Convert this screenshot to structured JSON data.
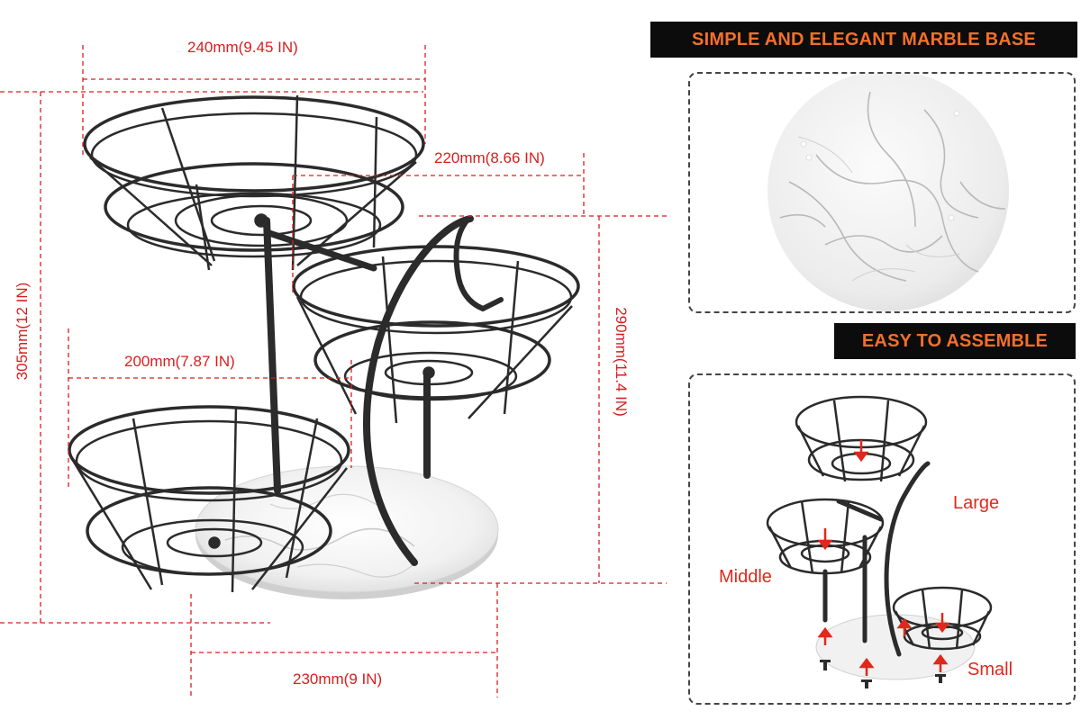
{
  "dimensions": {
    "top_width": "240mm(9.45 IN)",
    "middle_width": "220mm(8.66 IN)",
    "lower_width": "200mm(7.87 IN)",
    "base_width": "230mm(9 IN)",
    "total_height": "305mm(12 IN)",
    "right_height": "290mm(11.4 IN)"
  },
  "banners": {
    "marble": "SIMPLE AND ELEGANT MARBLE BASE",
    "assemble": "EASY TO ASSEMBLE"
  },
  "assembly_labels": {
    "large": "Large",
    "middle": "Middle",
    "small": "Small"
  },
  "colors": {
    "dimension_red": "#d81e1e",
    "banner_bg": "#0c0c0c",
    "banner_text": "#f3702a",
    "wire": "#2b2b2b",
    "arrow_red": "#e0281c"
  }
}
